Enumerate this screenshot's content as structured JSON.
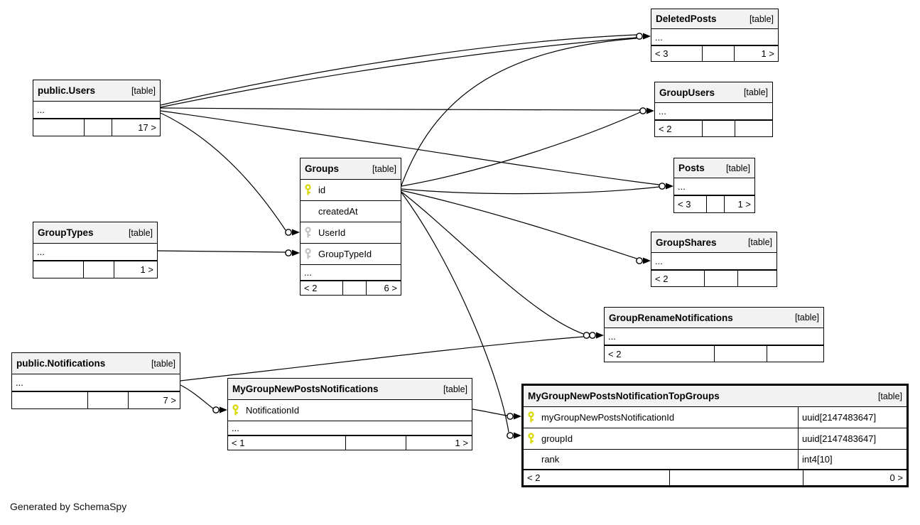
{
  "note": "Generated by SchemaSpy",
  "tables": {
    "deleted_posts": {
      "name": "DeletedPosts",
      "tag": "[table]",
      "rows": [
        {
          "label": "..."
        }
      ],
      "footer": [
        "< 3",
        "",
        "1 >"
      ]
    },
    "users": {
      "name": "public.Users",
      "tag": "[table]",
      "rows": [
        {
          "label": "..."
        }
      ],
      "footer": [
        "",
        "",
        "17 >"
      ]
    },
    "group_users": {
      "name": "GroupUsers",
      "tag": "[table]",
      "rows": [
        {
          "label": "..."
        }
      ],
      "footer": [
        "< 2",
        "",
        ""
      ]
    },
    "groups": {
      "name": "Groups",
      "tag": "[table]",
      "rows": [
        {
          "label": "id",
          "key": "primary"
        },
        {
          "label": "createdAt"
        },
        {
          "label": "UserId",
          "key": "foreign"
        },
        {
          "label": "GroupTypeId",
          "key": "foreign"
        },
        {
          "label": "..."
        }
      ],
      "footer": [
        "< 2",
        "",
        "6 >"
      ]
    },
    "posts": {
      "name": "Posts",
      "tag": "[table]",
      "rows": [
        {
          "label": "..."
        }
      ],
      "footer": [
        "< 3",
        "",
        "1 >"
      ]
    },
    "group_types": {
      "name": "GroupTypes",
      "tag": "[table]",
      "rows": [
        {
          "label": "..."
        }
      ],
      "footer": [
        "",
        "",
        "1 >"
      ]
    },
    "group_shares": {
      "name": "GroupShares",
      "tag": "[table]",
      "rows": [
        {
          "label": "..."
        }
      ],
      "footer": [
        "< 2",
        "",
        ""
      ]
    },
    "group_rename_notifications": {
      "name": "GroupRenameNotifications",
      "tag": "[table]",
      "rows": [
        {
          "label": "..."
        }
      ],
      "footer": [
        "< 2",
        "",
        ""
      ]
    },
    "notifications": {
      "name": "public.Notifications",
      "tag": "[table]",
      "rows": [
        {
          "label": "..."
        }
      ],
      "footer": [
        "",
        "",
        "7 >"
      ]
    },
    "my_group_new_posts_notifications": {
      "name": "MyGroupNewPostsNotifications",
      "tag": "[table]",
      "rows": [
        {
          "label": "NotificationId",
          "key": "primary"
        },
        {
          "label": "..."
        }
      ],
      "footer": [
        "< 1",
        "",
        "1 >"
      ]
    },
    "top_groups": {
      "name": "MyGroupNewPostsNotificationTopGroups",
      "tag": "[table]",
      "rows": [
        {
          "label": "myGroupNewPostsNotificationId",
          "key": "primary",
          "type": "uuid[2147483647]"
        },
        {
          "label": "groupId",
          "key": "primary",
          "type": "uuid[2147483647]"
        },
        {
          "label": "rank",
          "type": "int4[10]"
        }
      ],
      "footer": [
        "< 2",
        "",
        "0 >"
      ]
    }
  },
  "colors": {
    "primary_key": "#d8d800",
    "foreign_key": "#c2c2c2",
    "header_bg": "#f2f2f2",
    "line": "#000000"
  }
}
